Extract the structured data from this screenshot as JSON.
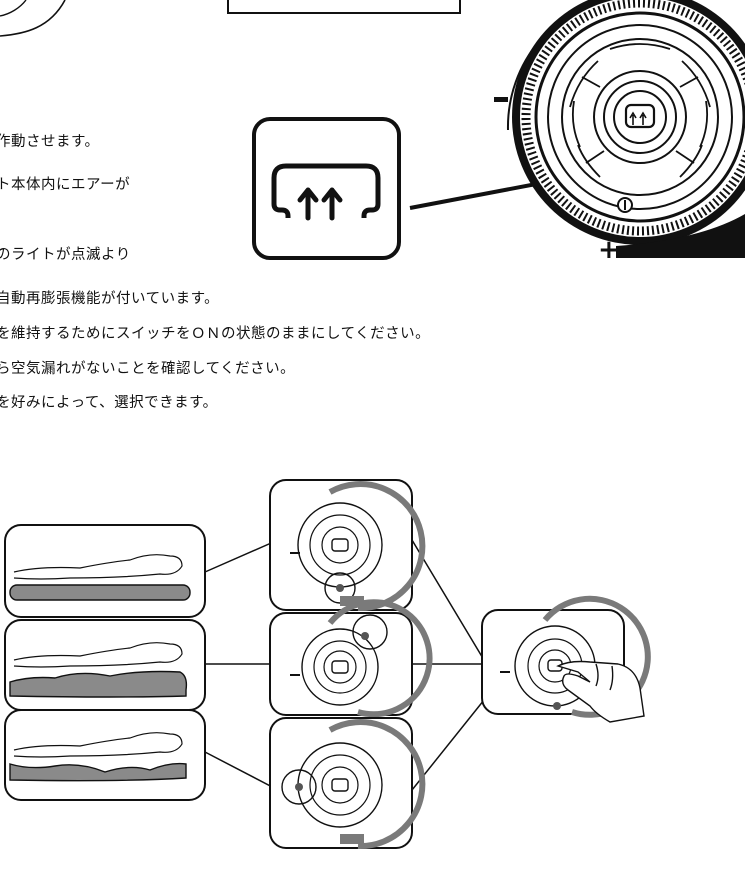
{
  "instructions": {
    "line1": "作動させます。",
    "line2": "ト本体内にエアーが",
    "line3": "のライトが点滅より",
    "line4": "自動再膨張機能が付いています。",
    "line5": "を維持するためにスイッチをＯＮの状態のままにしてください。",
    "line6": "ら空気漏れがないことを確認してください。",
    "line7": "を好みによって、選択できます。"
  },
  "dial": {
    "minus_symbol": "−",
    "plus_symbol": "+"
  },
  "icons": {
    "air_button": "air-inflate-icon",
    "power": "power-icon",
    "arrow": "arrow-icon",
    "hand": "pointing-hand-icon"
  },
  "colors": {
    "ink": "#111111",
    "gray_fill": "#8a8a8a",
    "arc_gray": "#7a7a7a"
  }
}
